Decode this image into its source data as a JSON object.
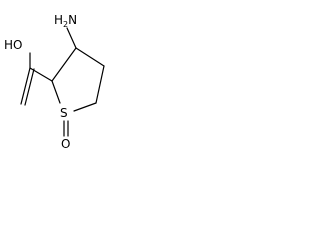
{
  "molecule": {
    "atoms": {
      "amino": "H2N",
      "hydroxyl": "HO",
      "sulfur": "S",
      "sulfoxide_oxygen": "O"
    },
    "line_color": "#000000",
    "background": "#ffffff"
  }
}
